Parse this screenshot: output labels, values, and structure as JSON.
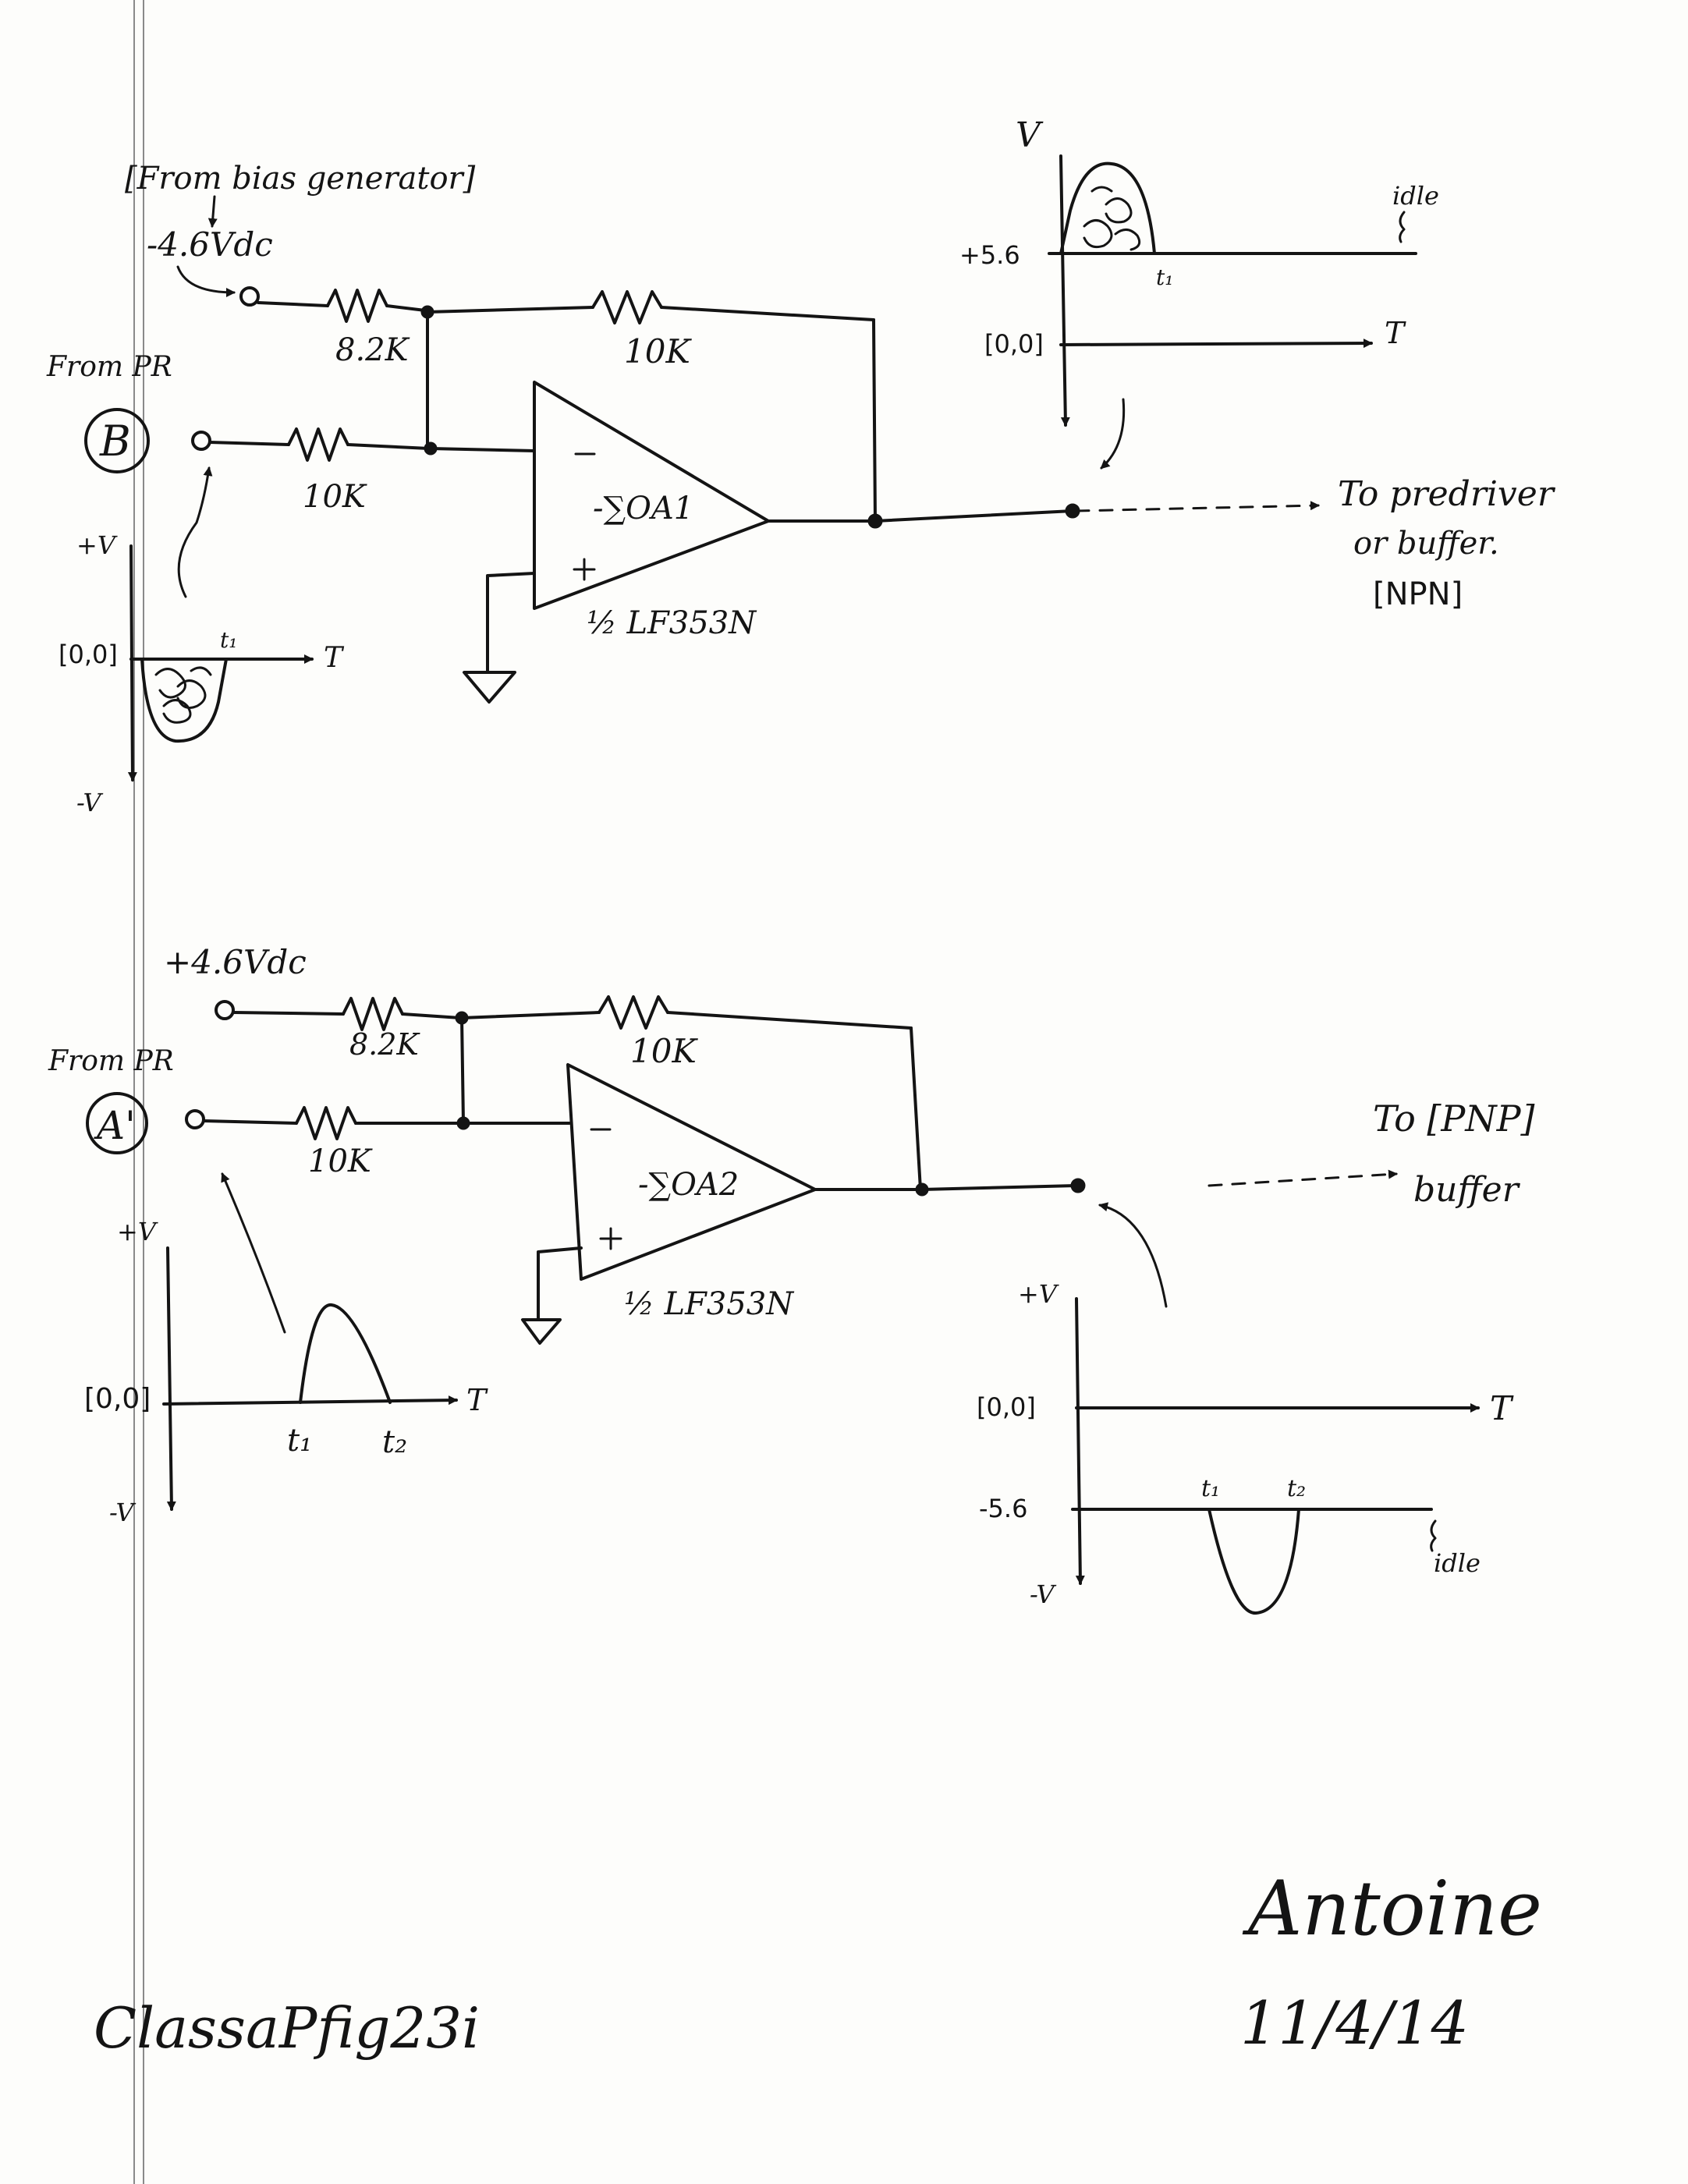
{
  "top_circuit": {
    "source_note": "[From bias generator]",
    "bias_voltage": "-4.6Vdc",
    "input_from": "From PR",
    "input_node": "B",
    "bias_resistor": "8.2K",
    "input_resistor": "10K",
    "feedback_resistor": "10K",
    "opamp_label": "-∑OA1",
    "opamp_part": "½ LF353N",
    "output_to_line1": "To predriver",
    "output_to_line2": "or buffer.",
    "output_to_line3": "[NPN]",
    "input_graph": {
      "v_pos": "+V",
      "v_neg": "-V",
      "origin": "[0,0]",
      "t1": "t₁",
      "t_axis": "T"
    },
    "output_graph": {
      "v_axis": "V",
      "level": "+5.6",
      "origin": "[0,0]",
      "t1": "t₁",
      "t_axis": "T",
      "idle": "idle"
    }
  },
  "bottom_circuit": {
    "bias_voltage": "+4.6Vdc",
    "input_from": "From PR",
    "input_node": "A'",
    "bias_resistor": "8.2K",
    "input_resistor": "10K",
    "feedback_resistor": "10K",
    "opamp_label": "-∑OA2",
    "opamp_part": "½ LF353N",
    "output_to_line1": "To [PNP]",
    "output_to_line2": "buffer",
    "input_graph": {
      "v_pos": "+V",
      "v_neg": "-V",
      "origin": "[0,0]",
      "t1": "t₁",
      "t2": "t₂",
      "t_axis": "T"
    },
    "output_graph": {
      "v_pos": "+V",
      "v_neg": "-V",
      "origin": "[0,0]",
      "level": "-5.6",
      "t1": "t₁",
      "t2": "t₂",
      "t_axis": "T",
      "idle": "idle"
    }
  },
  "footer": {
    "figure_id": "ClassaPfig23i",
    "signature": "Antoine",
    "date": "11/4/14"
  }
}
